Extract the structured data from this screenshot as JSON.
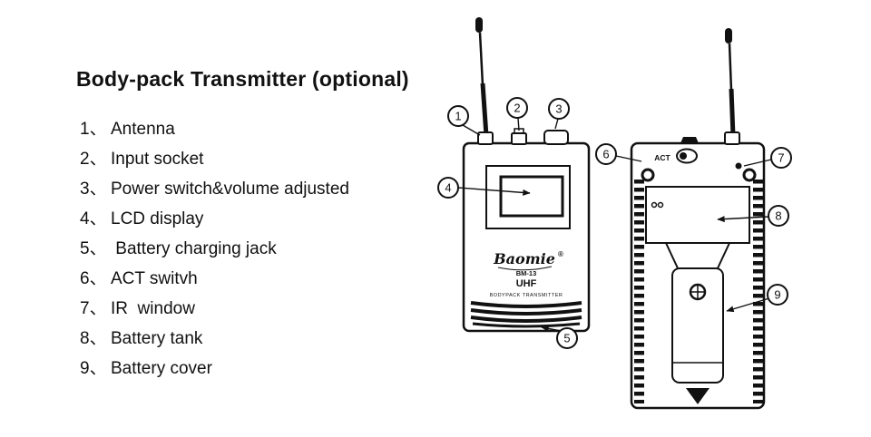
{
  "title": "Body-pack Transmitter (optional)",
  "parts": [
    {
      "num": "1、",
      "label": "Antenna"
    },
    {
      "num": "2、",
      "label": "Input socket"
    },
    {
      "num": "3、",
      "label": "Power switch&volume adjusted"
    },
    {
      "num": "4、",
      "label": "LCD display"
    },
    {
      "num": "5、",
      "label": " Battery charging jack"
    },
    {
      "num": "6、",
      "label": "ACT switvh"
    },
    {
      "num": "7、",
      "label": "IR  window"
    },
    {
      "num": "8、",
      "label": "Battery tank"
    },
    {
      "num": "9、",
      "label": "Battery cover"
    }
  ],
  "callouts": [
    "1",
    "2",
    "3",
    "4",
    "5",
    "6",
    "7",
    "8",
    "9"
  ],
  "front_device": {
    "brand": "Baomie",
    "reg_mark": "®",
    "model": "BM-13",
    "band": "UHF",
    "type_label": "BODYPACK TRANSMITTER"
  },
  "back_device": {
    "act_label": "ACT"
  },
  "colors": {
    "ink": "#111111",
    "background": "#ffffff"
  }
}
